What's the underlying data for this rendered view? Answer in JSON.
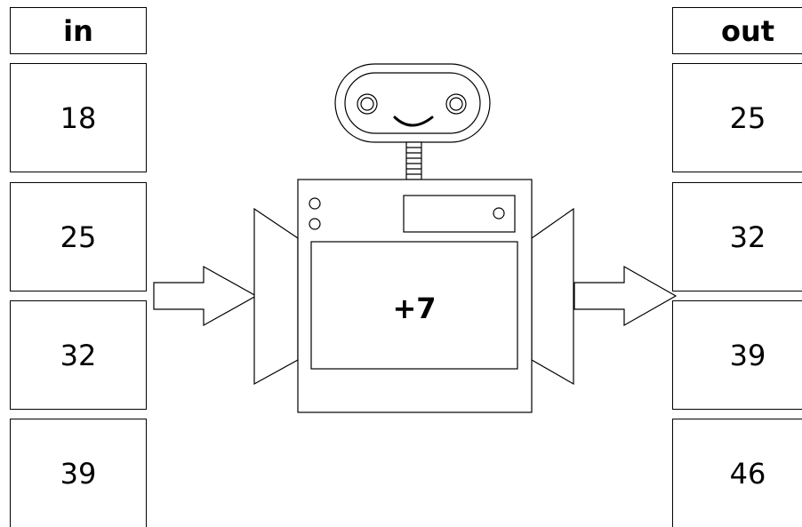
{
  "in_column": {
    "header": "in",
    "values": [
      "18",
      "25",
      "32",
      "39"
    ]
  },
  "out_column": {
    "header": "out",
    "values": [
      "25",
      "32",
      "39",
      "46"
    ]
  },
  "machine": {
    "rule": "+7"
  },
  "colors": {
    "stroke": "#000000",
    "background": "#ffffff"
  }
}
